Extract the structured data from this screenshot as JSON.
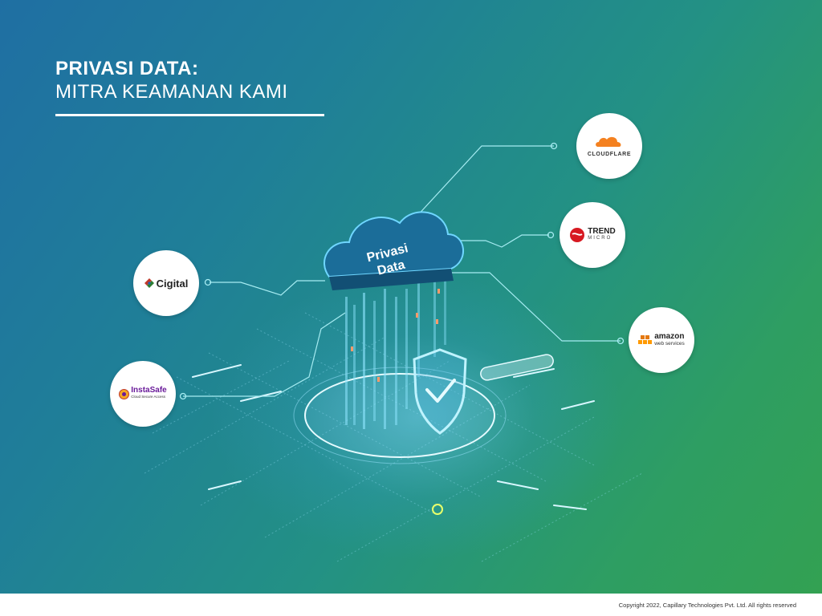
{
  "title": {
    "line1": "PRIVASI DATA:",
    "line2": "MITRA KEAMANAN KAMI"
  },
  "cloud": {
    "line1": "Privasi",
    "line2": "Data"
  },
  "partners": {
    "cloudflare": {
      "name": "CLOUDFLARE",
      "color": "#f48120"
    },
    "trend": {
      "name": "TREND",
      "sub": "MICRO",
      "color": "#d71921"
    },
    "amazon": {
      "name": "amazon",
      "sub": "web services",
      "color": "#f90"
    },
    "cigital": {
      "name": "Cigital"
    },
    "instasafe": {
      "name": "InstaSafe",
      "sub": "Cloud Secure Access",
      "color": "#6a1b9a"
    }
  },
  "footer": {
    "copyright": "Copyright 2022, Capillary Technologies Pvt. Ltd. All rights reserved"
  },
  "colors": {
    "accent": "#7fe3ff",
    "line": "#a6ecf2"
  }
}
